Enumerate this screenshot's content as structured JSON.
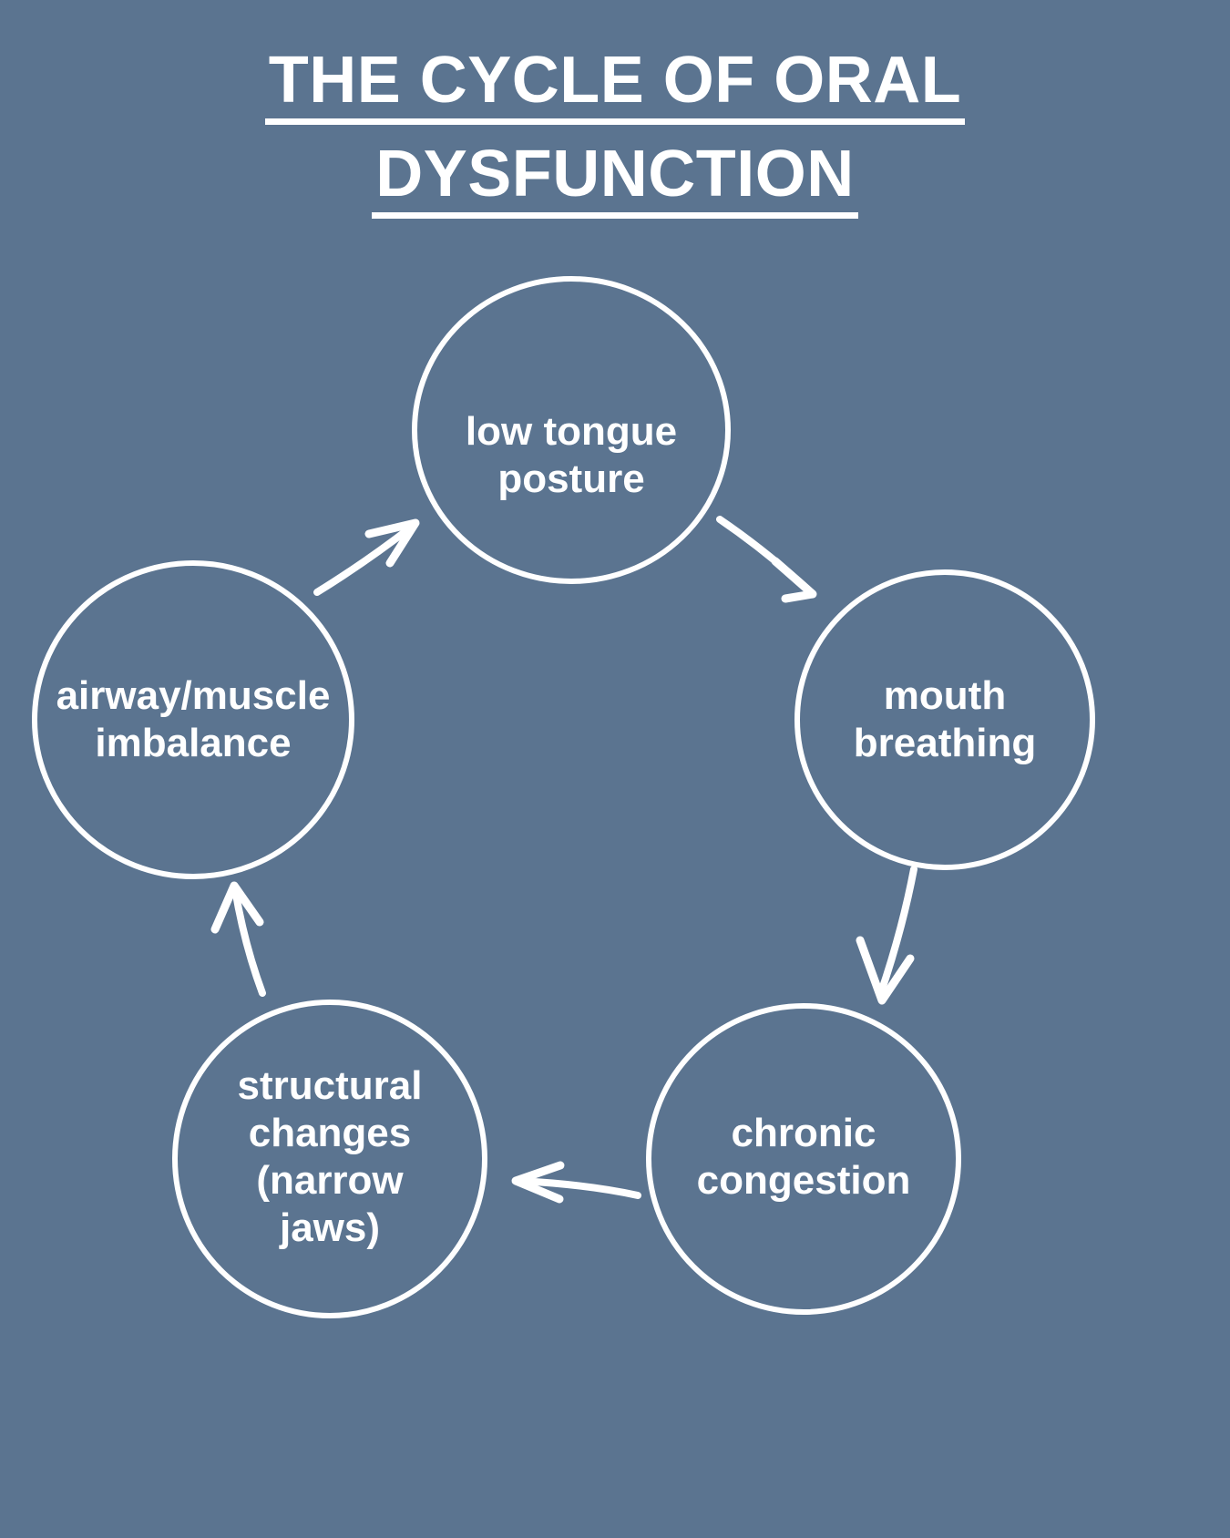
{
  "background_color": "#5b7490",
  "foreground_color": "#ffffff",
  "title": {
    "line1": "THE CYCLE OF ORAL",
    "line2": "DYSFUNCTION"
  },
  "diagram": {
    "type": "cycle",
    "nodes": [
      {
        "id": "low-tongue-posture",
        "label": "low tongue\nposture",
        "position": "top"
      },
      {
        "id": "mouth-breathing",
        "label": "mouth\nbreathing",
        "position": "right"
      },
      {
        "id": "chronic-congestion",
        "label": "chronic\ncongestion",
        "position": "bottom-right"
      },
      {
        "id": "structural-changes",
        "label": "structural\nchanges\n(narrow\njaws)",
        "position": "bottom-left"
      },
      {
        "id": "airway-muscle-imbalance",
        "label": "airway/muscle\nimbalance",
        "position": "left"
      }
    ],
    "edges": [
      {
        "from": "low-tongue-posture",
        "to": "mouth-breathing"
      },
      {
        "from": "mouth-breathing",
        "to": "chronic-congestion"
      },
      {
        "from": "chronic-congestion",
        "to": "structural-changes"
      },
      {
        "from": "structural-changes",
        "to": "airway-muscle-imbalance"
      },
      {
        "from": "airway-muscle-imbalance",
        "to": "low-tongue-posture"
      }
    ]
  }
}
